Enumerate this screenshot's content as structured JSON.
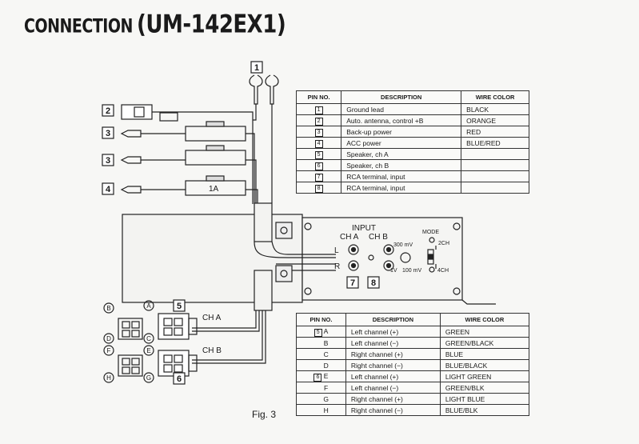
{
  "title": {
    "prefix": "CONNECTION",
    "model": "UM-142EX1"
  },
  "figure_label": "Fig. 3",
  "labels": {
    "lead_1": "1",
    "lead_2": "2",
    "lead_3a": "3",
    "lead_3b": "3",
    "lead_4": "4",
    "fuse": "1A",
    "input": "INPUT",
    "ch_a": "CH A",
    "ch_b": "CH B",
    "l": "L",
    "r": "R",
    "mv300": "300 mV",
    "v1": "1V",
    "mv100": "100 mV",
    "mode": "MODE",
    "ch2": "2CH",
    "ch4": "4CH",
    "rca7": "7",
    "rca8": "8",
    "conn5": "5",
    "conn6": "6",
    "out_ch_a": "CH A",
    "out_ch_b": "CH B",
    "pA": "A",
    "pB": "B",
    "pC": "C",
    "pD": "D",
    "pE": "E",
    "pF": "F",
    "pG": "G",
    "pH": "H"
  },
  "table1": {
    "headers": [
      "PIN NO.",
      "DESCRIPTION",
      "WIRE COLOR"
    ],
    "rows": [
      {
        "pin": "1",
        "desc": "Ground lead",
        "color": "BLACK"
      },
      {
        "pin": "2",
        "desc": "Auto. antenna, control +B",
        "color": "ORANGE"
      },
      {
        "pin": "3",
        "desc": "Back-up power",
        "color": "RED"
      },
      {
        "pin": "4",
        "desc": "ACC power",
        "color": "BLUE/RED"
      },
      {
        "pin": "5",
        "desc": "Speaker, ch A",
        "color": ""
      },
      {
        "pin": "6",
        "desc": "Speaker, ch B",
        "color": ""
      },
      {
        "pin": "7",
        "desc": "RCA terminal, input",
        "color": ""
      },
      {
        "pin": "8",
        "desc": "RCA terminal, input",
        "color": ""
      }
    ]
  },
  "table2": {
    "headers": [
      "PIN NO.",
      "DESCRIPTION",
      "WIRE COLOR"
    ],
    "rows": [
      {
        "box": "5",
        "pin": "A",
        "desc": "Left channel (+)",
        "color": "GREEN"
      },
      {
        "box": "",
        "pin": "B",
        "desc": "Left channel (−)",
        "color": "GREEN/BLACK"
      },
      {
        "box": "",
        "pin": "C",
        "desc": "Right channel (+)",
        "color": "BLUE"
      },
      {
        "box": "",
        "pin": "D",
        "desc": "Right channel (−)",
        "color": "BLUE/BLACK"
      },
      {
        "box": "6",
        "pin": "E",
        "desc": "Left channel (+)",
        "color": "LIGHT GREEN"
      },
      {
        "box": "",
        "pin": "F",
        "desc": "Left channel (−)",
        "color": "GREEN/BLK"
      },
      {
        "box": "",
        "pin": "G",
        "desc": "Right channel (+)",
        "color": "LIGHT BLUE"
      },
      {
        "box": "",
        "pin": "H",
        "desc": "Right channel (−)",
        "color": "BLUE/BLK"
      }
    ]
  }
}
